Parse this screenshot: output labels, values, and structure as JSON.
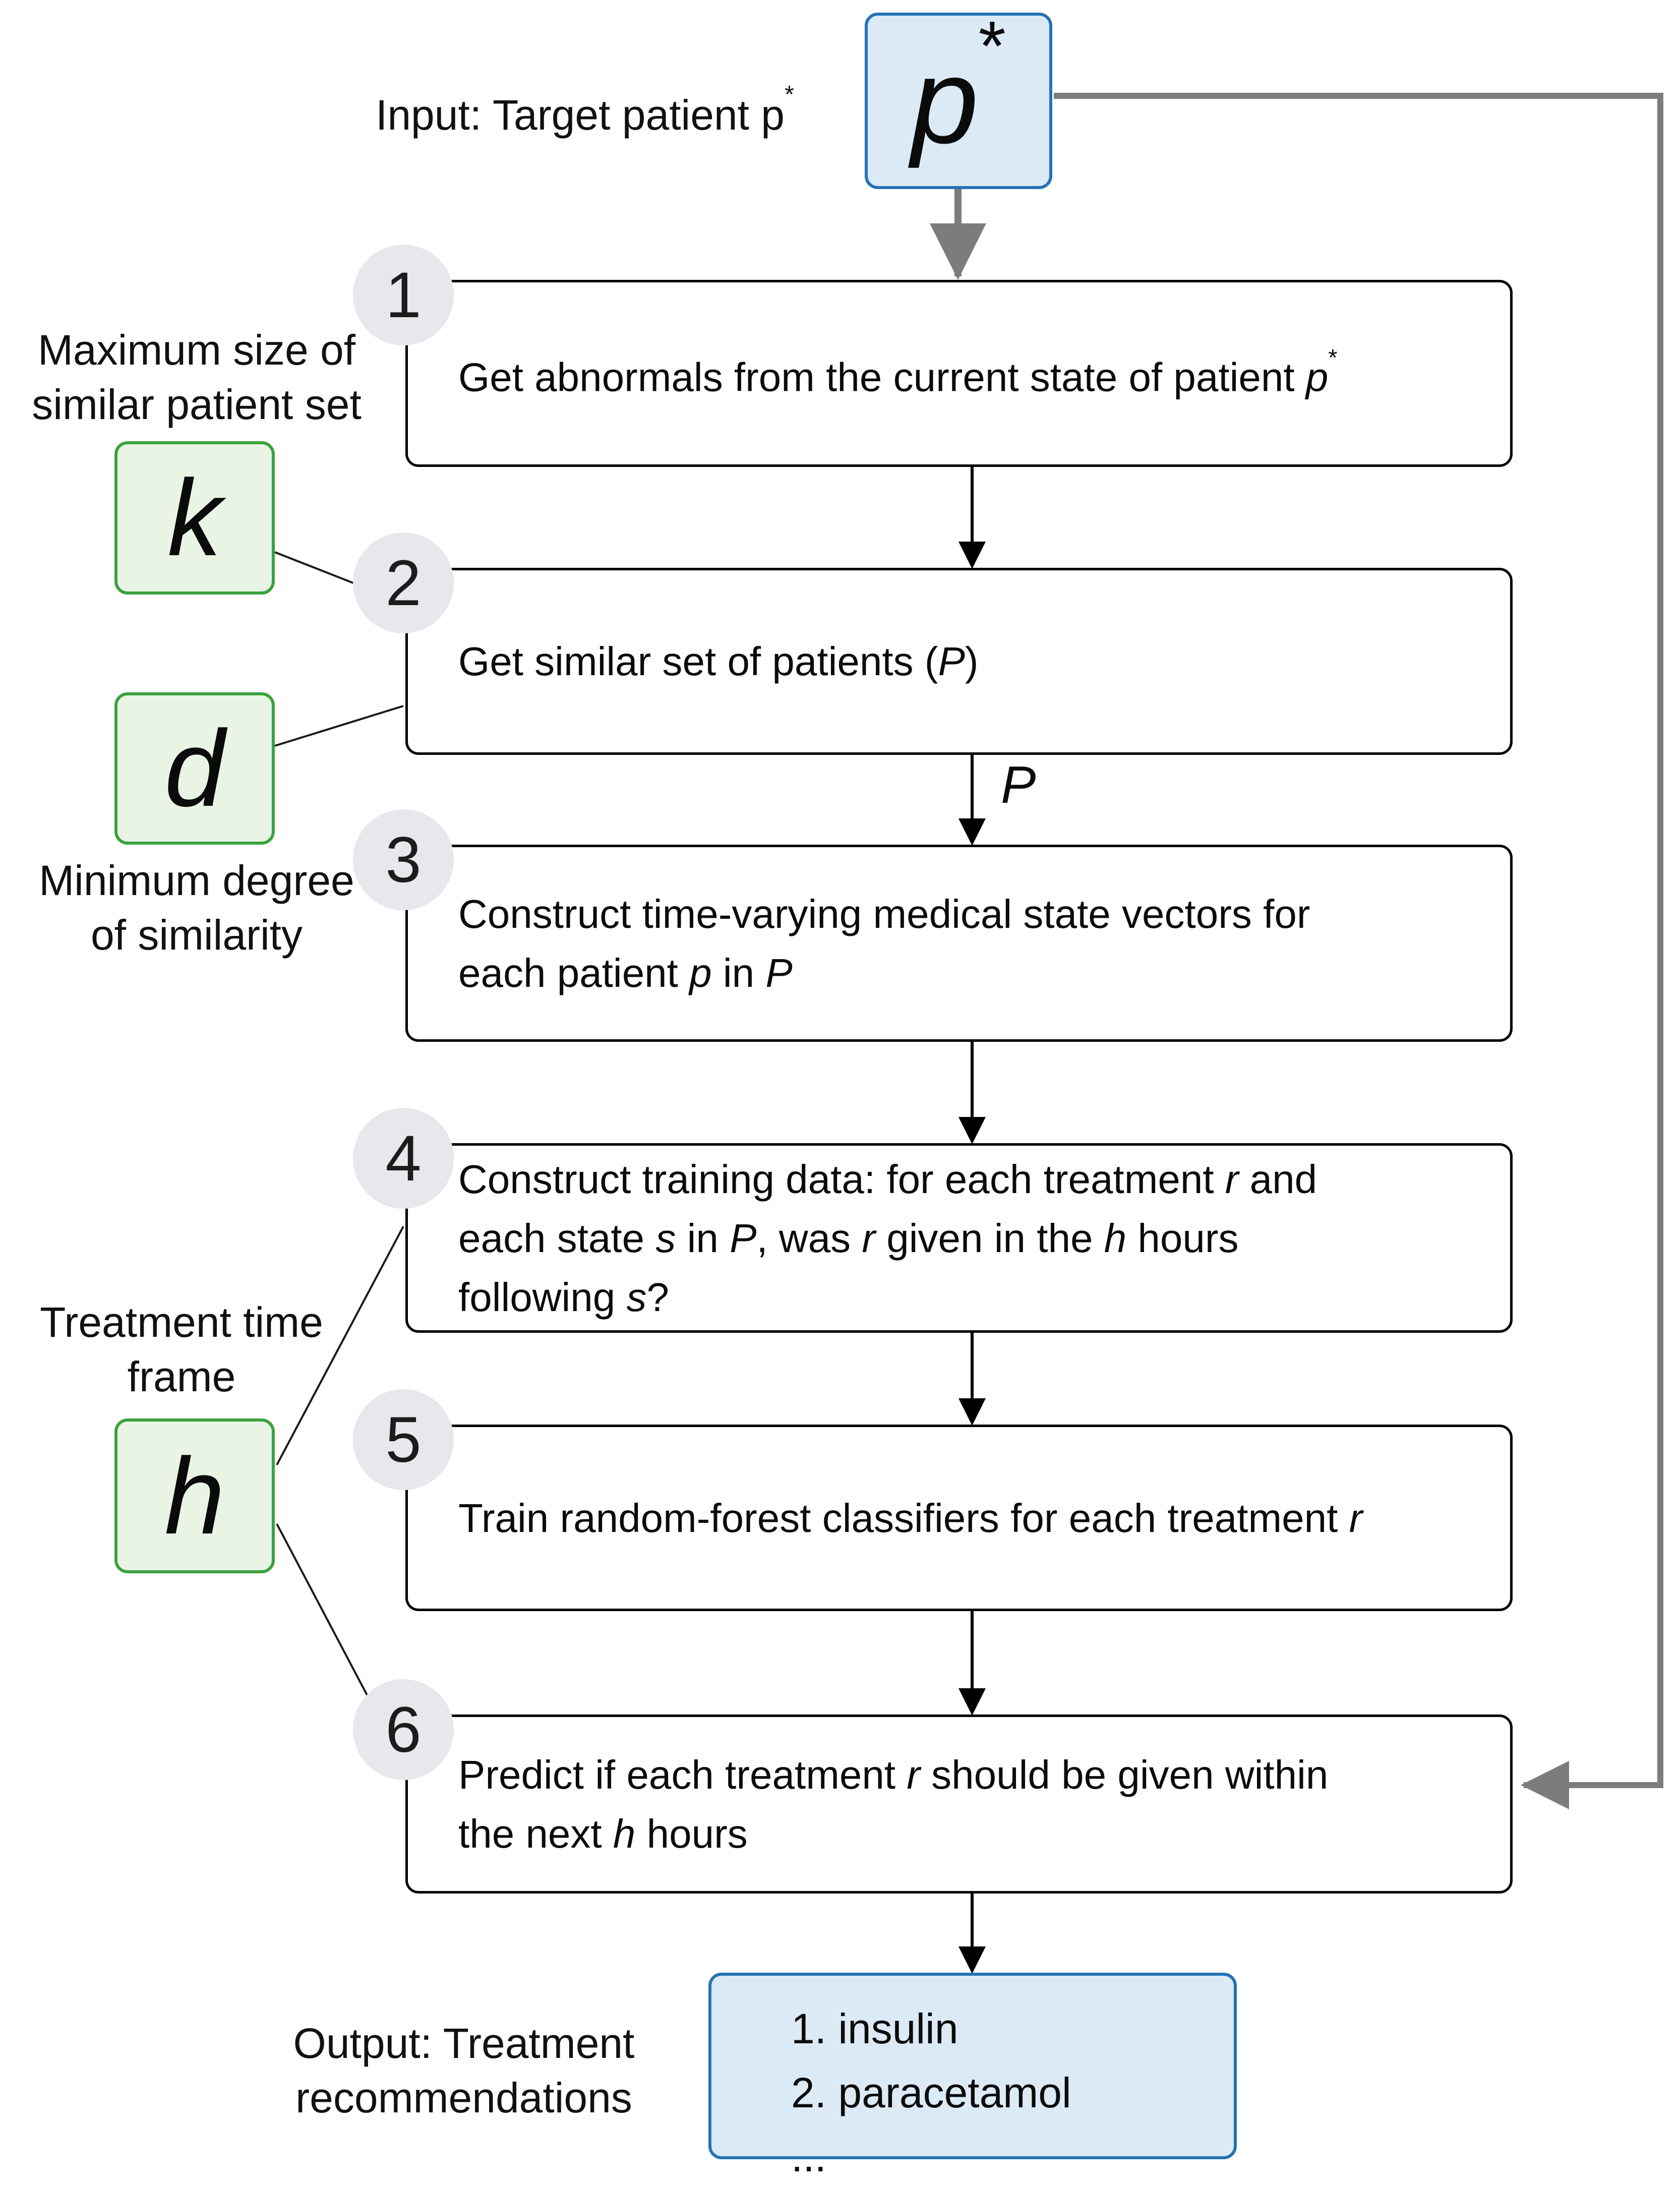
{
  "colors": {
    "io_fill": "#dceaf6",
    "io_border": "#2472b4",
    "param_fill": "#e9f4e5",
    "param_border": "#3aa23c",
    "badge_fill": "#e9e7ec",
    "box_border": "#000000",
    "arrow_gray": "#7c7c7c",
    "arrow_black": "#000000"
  },
  "input": {
    "label": "Input: Target patient p^*^",
    "node": "_p_^*^"
  },
  "parameters": [
    {
      "symbol": "_k_",
      "label": "Maximum size of\nsimilar patient set"
    },
    {
      "symbol": "_d_",
      "label": "Minimum degree\nof similarity"
    },
    {
      "symbol": "_h_",
      "label": "Treatment time\nframe"
    }
  ],
  "steps": [
    {
      "num": "1",
      "text": "Get abnormals from the current state of patient _p_^*^"
    },
    {
      "num": "2",
      "text": "Get similar set of patients (_P_)"
    },
    {
      "num": "3",
      "text": "Construct time-varying medical state vectors for\neach patient _p_ in _P_"
    },
    {
      "num": "4",
      "text": "Construct training data: for each treatment _r_ and\neach state _s_ in _P_, was _r_ given in the _h_ hours\nfollowing _s_?"
    },
    {
      "num": "5",
      "text": "Train random-forest classifiers for each treatment _r_"
    },
    {
      "num": "6",
      "text": "Predict if each treatment _r_ should be given within\nthe next _h_ hours"
    }
  ],
  "edge_labels": {
    "similar_set": "_P_"
  },
  "output": {
    "label": "Output: Treatment\nrecommendations",
    "items": "1. insulin\n2. paracetamol\n..."
  }
}
